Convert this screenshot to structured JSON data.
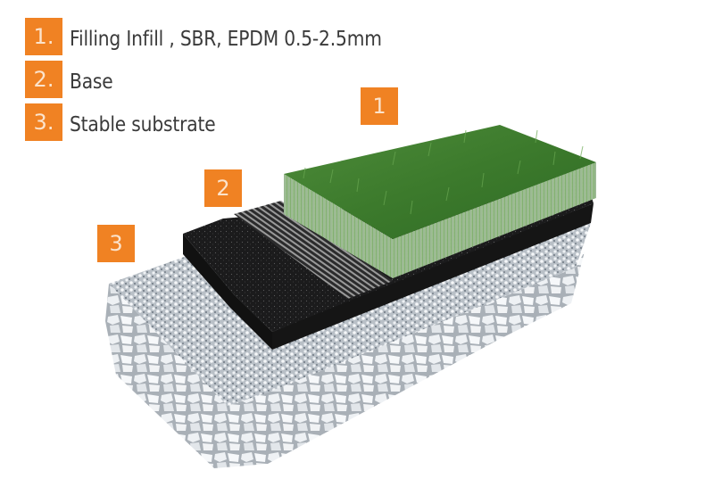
{
  "legend": {
    "items": [
      {
        "number": "1.",
        "label": "Filling Infill , SBR, EPDM 0.5-2.5mm"
      },
      {
        "number": "2.",
        "label": "Base"
      },
      {
        "number": "3.",
        "label": "Stable substrate"
      }
    ]
  },
  "markers": [
    {
      "number": "1",
      "layer": "artificial-turf-infill"
    },
    {
      "number": "2",
      "layer": "rubber-base"
    },
    {
      "number": "3",
      "layer": "gravel-substrate"
    }
  ],
  "colors": {
    "badge": "#f08223",
    "badge_text": "#fbe3cc",
    "text": "#3a3a3a",
    "grass": "#3f7f2f",
    "rubber": "#1c1c1c",
    "gravel": "#c9ced3"
  }
}
